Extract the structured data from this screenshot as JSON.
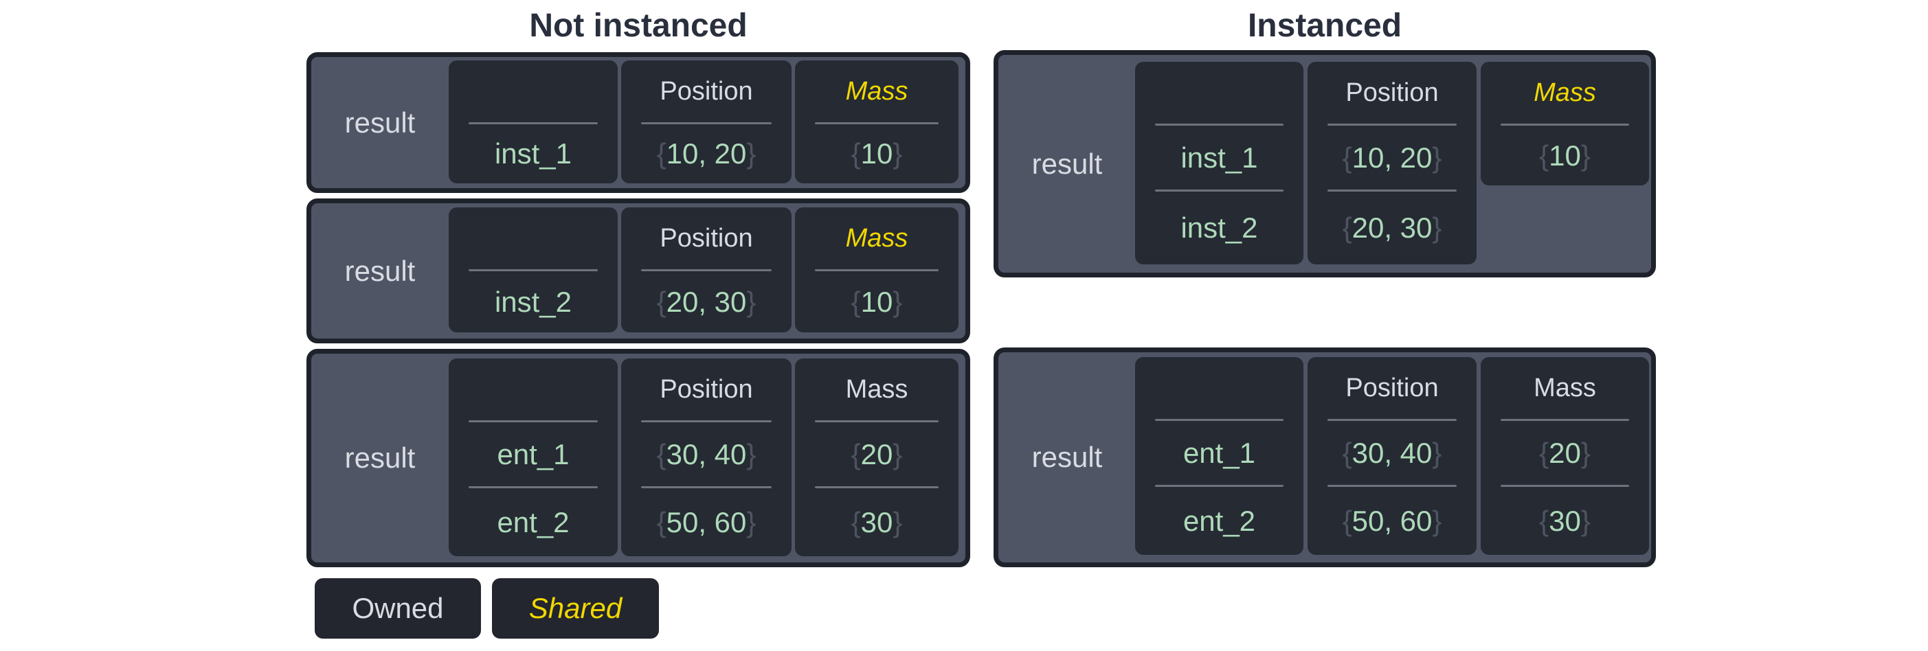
{
  "colors": {
    "background": "#ffffff",
    "title_text": "#292f3d",
    "table_fill": "#4f5565",
    "table_border": "#1e222a",
    "cell_background": "#252a33",
    "light_text": "#d9dce3",
    "owned_value_text": "#aed9b9",
    "shared_text": "#f2d800",
    "brace_text": "#4e5360",
    "separator_line": "#6d727d",
    "legend_box_background": "#23262e"
  },
  "sections": {
    "not_instanced": {
      "title": "Not instanced",
      "tables": [
        {
          "row_label": "result",
          "columns": [
            {
              "header": "",
              "shared": false,
              "values": [
                {
                  "number": "inst_1"
                }
              ]
            },
            {
              "header": "Position",
              "shared": false,
              "values": [
                {
                  "open": "{",
                  "number": "10, 20",
                  "close": "}"
                }
              ]
            },
            {
              "header": "Mass",
              "shared": true,
              "values": [
                {
                  "open": "{",
                  "number": "10",
                  "close": "}"
                }
              ]
            }
          ]
        },
        {
          "row_label": "result",
          "columns": [
            {
              "header": "",
              "shared": false,
              "values": [
                {
                  "number": "inst_2"
                }
              ]
            },
            {
              "header": "Position",
              "shared": false,
              "values": [
                {
                  "open": "{",
                  "number": "20, 30",
                  "close": "}"
                }
              ]
            },
            {
              "header": "Mass",
              "shared": true,
              "values": [
                {
                  "open": "{",
                  "number": "10",
                  "close": "}"
                }
              ]
            }
          ]
        },
        {
          "row_label": "result",
          "columns": [
            {
              "header": "",
              "shared": false,
              "values": [
                {
                  "number": "ent_1"
                },
                {
                  "number": "ent_2"
                }
              ]
            },
            {
              "header": "Position",
              "shared": false,
              "values": [
                {
                  "open": "{",
                  "number": "30, 40",
                  "close": "}"
                },
                {
                  "open": "{",
                  "number": "50, 60",
                  "close": "}"
                }
              ]
            },
            {
              "header": "Mass",
              "shared": false,
              "values": [
                {
                  "open": "{",
                  "number": "20",
                  "close": "}"
                },
                {
                  "open": "{",
                  "number": "30",
                  "close": "}"
                }
              ]
            }
          ]
        }
      ]
    },
    "instanced": {
      "title": "Instanced",
      "tables": [
        {
          "row_label": "result",
          "columns": [
            {
              "header": "",
              "shared": false,
              "values": [
                {
                  "number": "inst_1"
                },
                {
                  "number": "inst_2"
                }
              ]
            },
            {
              "header": "Position",
              "shared": false,
              "values": [
                {
                  "open": "{",
                  "number": "10, 20",
                  "close": "}"
                },
                {
                  "open": "{",
                  "number": "20, 30",
                  "close": "}"
                }
              ]
            },
            {
              "header": "Mass",
              "shared": true,
              "values": [
                {
                  "open": "{",
                  "number": "10",
                  "close": "}"
                }
              ]
            }
          ]
        },
        {
          "row_label": "result",
          "columns": [
            {
              "header": "",
              "shared": false,
              "values": [
                {
                  "number": "ent_1"
                },
                {
                  "number": "ent_2"
                }
              ]
            },
            {
              "header": "Position",
              "shared": false,
              "values": [
                {
                  "open": "{",
                  "number": "30, 40",
                  "close": "}"
                },
                {
                  "open": "{",
                  "number": "50, 60",
                  "close": "}"
                }
              ]
            },
            {
              "header": "Mass",
              "shared": false,
              "values": [
                {
                  "open": "{",
                  "number": "20",
                  "close": "}"
                },
                {
                  "open": "{",
                  "number": "30",
                  "close": "}"
                }
              ]
            }
          ]
        }
      ]
    }
  },
  "legend": {
    "items": [
      {
        "label": "Owned",
        "style": "owned"
      },
      {
        "label": "Shared",
        "style": "shared"
      }
    ]
  }
}
